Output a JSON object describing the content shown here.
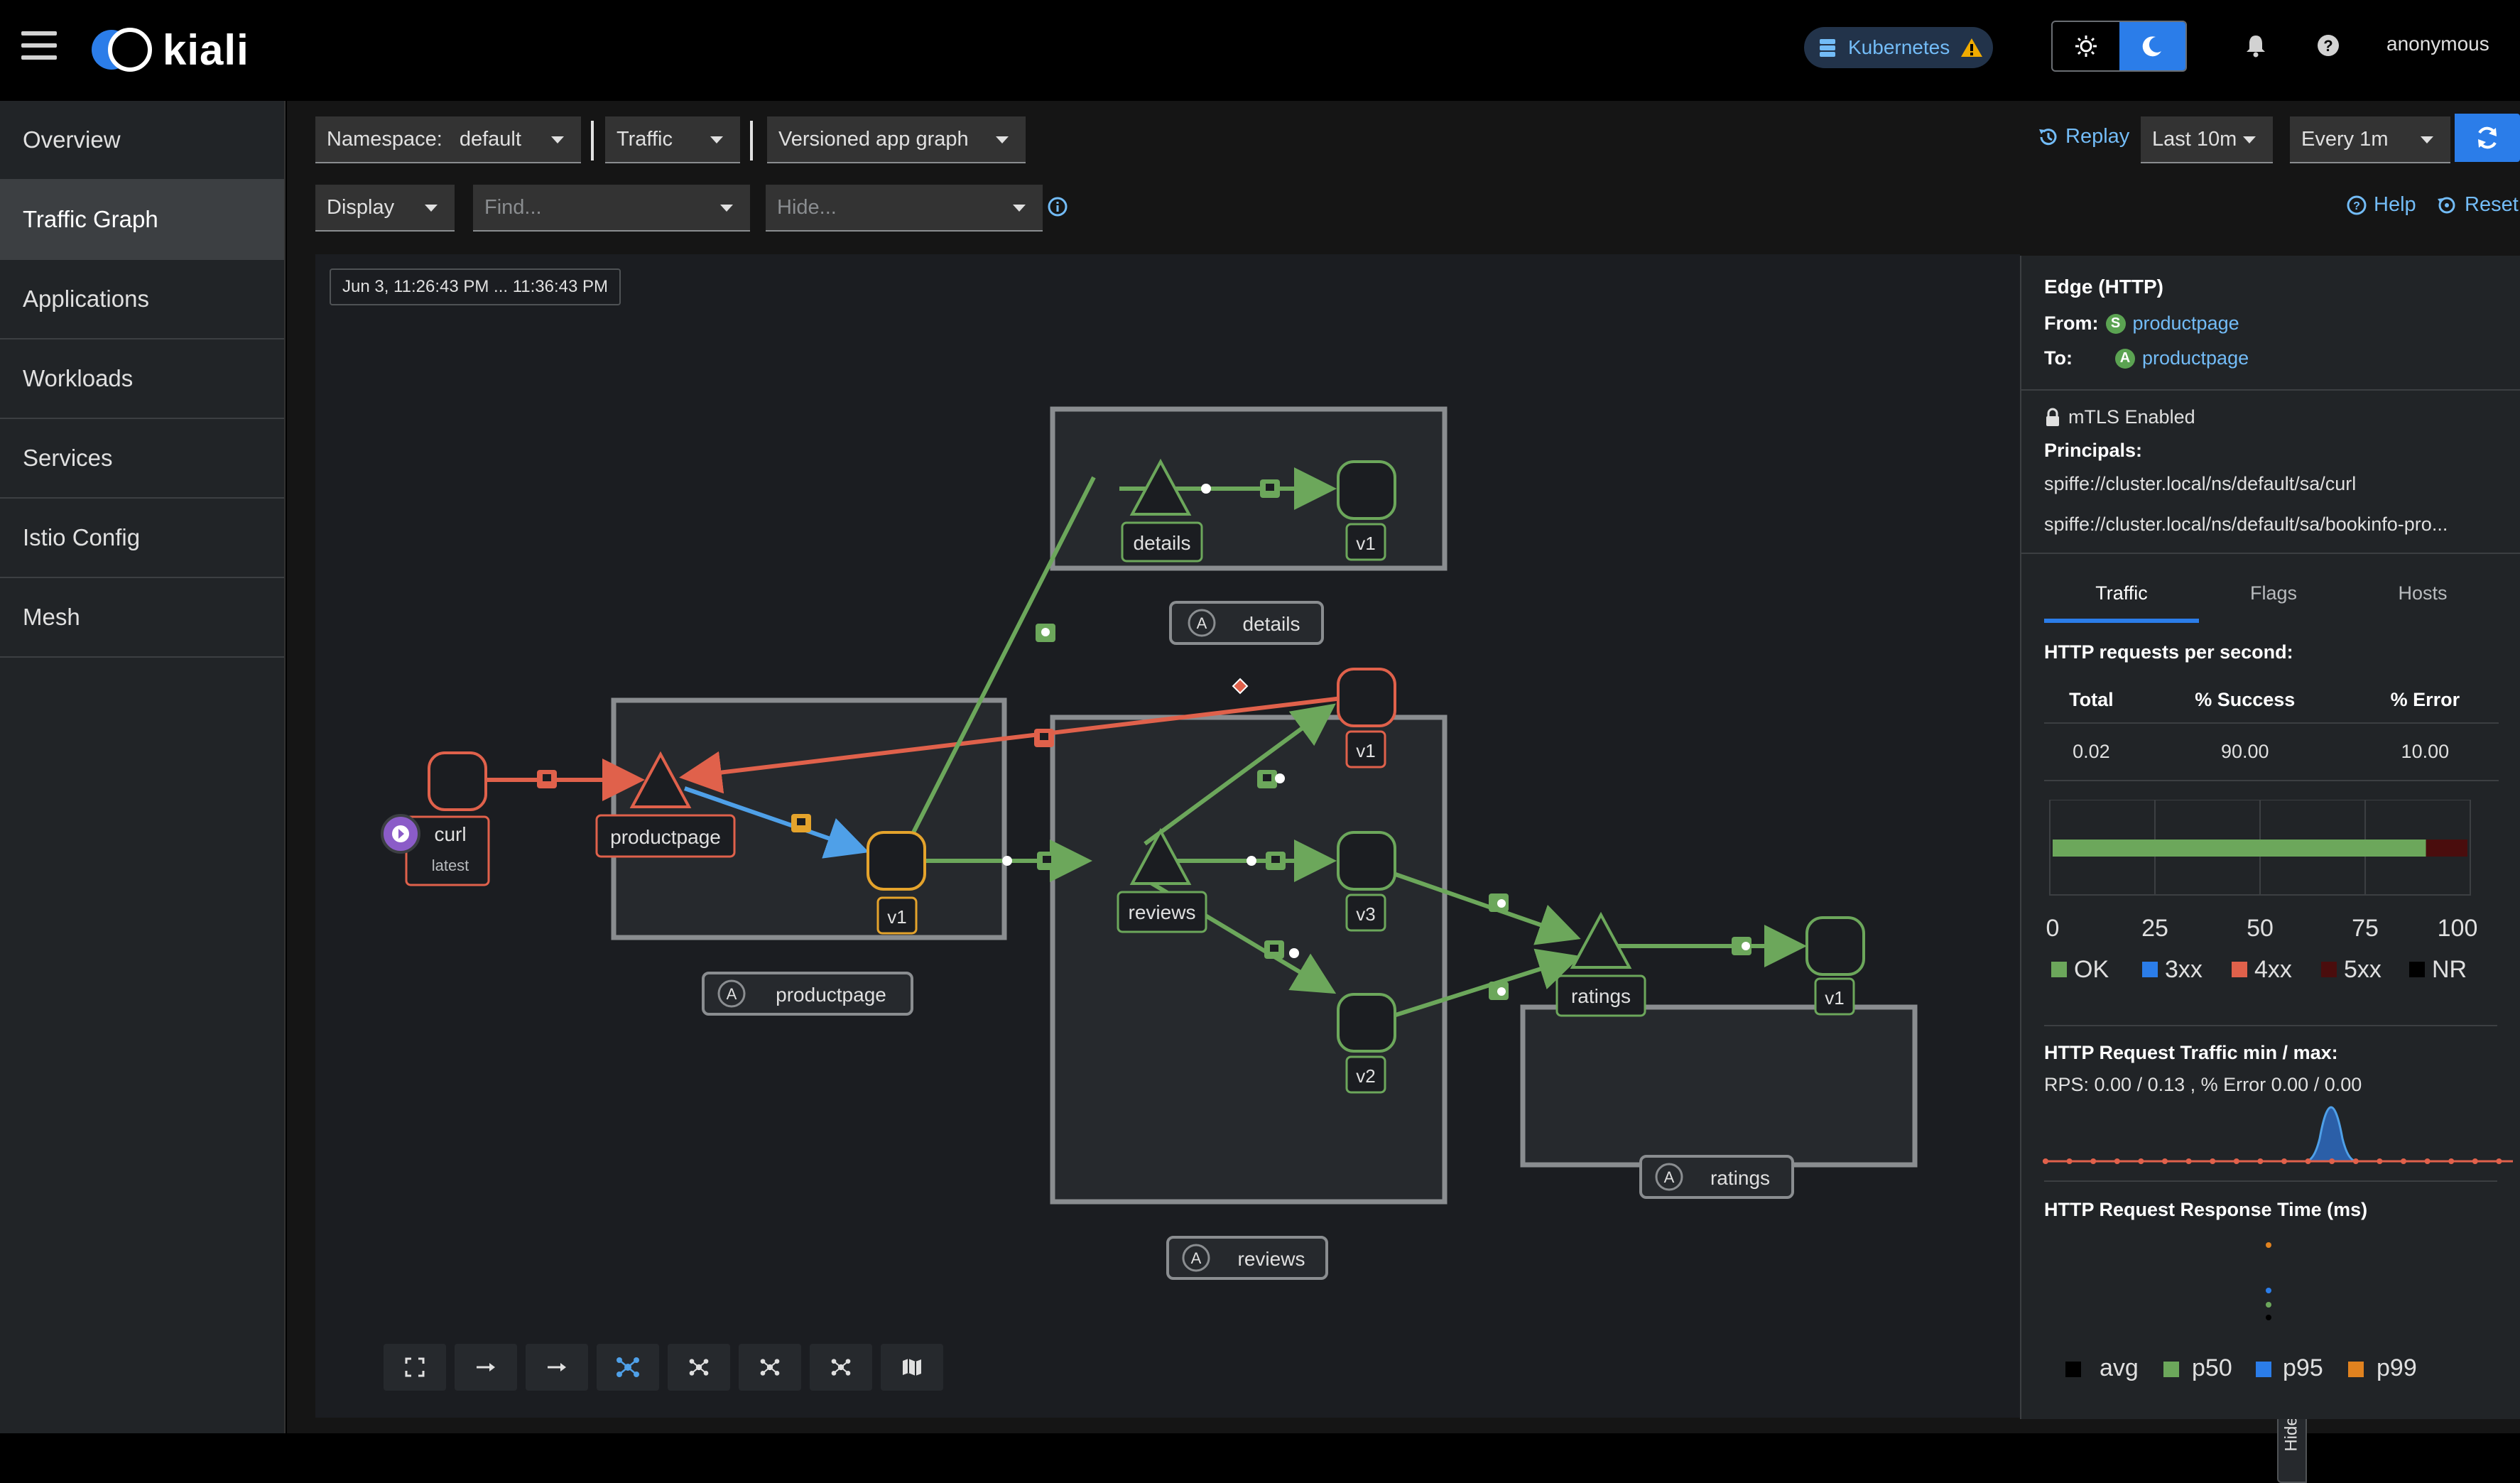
{
  "masthead": {
    "brand": "kiali",
    "cluster_badge": "Kubernetes",
    "user": "anonymous"
  },
  "sidebar": {
    "items": [
      {
        "label": "Overview"
      },
      {
        "label": "Traffic Graph"
      },
      {
        "label": "Applications"
      },
      {
        "label": "Workloads"
      },
      {
        "label": "Services"
      },
      {
        "label": "Istio Config"
      },
      {
        "label": "Mesh"
      }
    ],
    "active": "Traffic Graph"
  },
  "toolbar": {
    "namespace_label": "Namespace:",
    "namespace_value": "default",
    "traffic": "Traffic",
    "graph_type": "Versioned app graph",
    "display": "Display",
    "find_placeholder": "Find...",
    "hide_placeholder": "Hide...",
    "replay": "Replay",
    "duration": "Last 10m",
    "refresh_interval": "Every 1m",
    "help": "Help",
    "reset": "Reset"
  },
  "graph": {
    "timestamp": "Jun 3, 11:26:43 PM ... 11:36:43 PM",
    "nodes": {
      "curl": "curl",
      "curl_version": "latest",
      "productpage": "productpage",
      "productpage_v1": "v1",
      "details": "details",
      "details_v1": "v1",
      "reviews": "reviews",
      "reviews_v1": "v1",
      "reviews_v2": "v2",
      "reviews_v3": "v3",
      "ratings": "ratings",
      "ratings_v1": "v1"
    },
    "app_boxes": {
      "productpage": "productpage",
      "details": "details",
      "reviews": "reviews",
      "ratings": "ratings",
      "badge": "A"
    },
    "colors": {
      "healthy": "#6ca75b",
      "error": "#e0614b",
      "selected": "#4fa0e8",
      "warn": "#e4a32c"
    }
  },
  "panel": {
    "title": "Edge (HTTP)",
    "from_label": "From:",
    "from_badge": "S",
    "from_value": "productpage",
    "to_label": "To:",
    "to_badge": "A",
    "to_value": "productpage",
    "mtls": "mTLS Enabled",
    "principals_label": "Principals:",
    "principal_1": "spiffe://cluster.local/ns/default/sa/curl",
    "principal_2": "spiffe://cluster.local/ns/default/sa/bookinfo-pro...",
    "tabs": [
      "Traffic",
      "Flags",
      "Hosts"
    ],
    "rps_title": "HTTP requests per second:",
    "table_headers": [
      "Total",
      "% Success",
      "% Error"
    ],
    "table_values": [
      "0.02",
      "90.00",
      "10.00"
    ],
    "bar": {
      "ok": 90,
      "err5xx": 10
    },
    "axis_ticks": [
      "0",
      "25",
      "50",
      "75",
      "100"
    ],
    "legend": [
      {
        "label": "OK",
        "color": "#6ca75b"
      },
      {
        "label": "3xx",
        "color": "#2b7de9"
      },
      {
        "label": "4xx",
        "color": "#e0614b"
      },
      {
        "label": "5xx",
        "color": "#4a0d0d"
      },
      {
        "label": "NR",
        "color": "#000000"
      }
    ],
    "minmax_title": "HTTP Request Traffic min / max:",
    "minmax_value": "RPS: 0.00 / 0.13 , % Error 0.00 / 0.00",
    "response_title": "HTTP Request Response Time (ms)",
    "response_legend": [
      {
        "label": "avg",
        "color": "#000000"
      },
      {
        "label": "p50",
        "color": "#6ca75b"
      },
      {
        "label": "p95",
        "color": "#2b7de9"
      },
      {
        "label": "p99",
        "color": "#e0821f"
      }
    ],
    "hide": "Hide"
  }
}
